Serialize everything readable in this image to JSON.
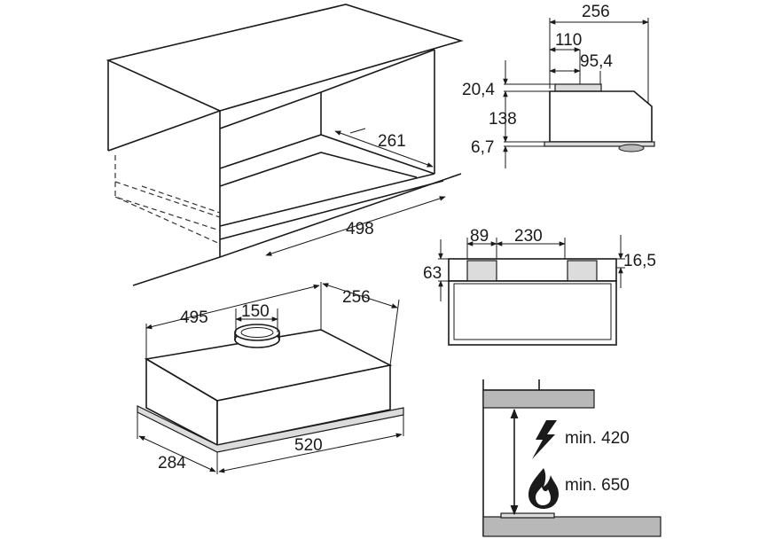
{
  "dimensions": {
    "cabinet_depth": "261",
    "cabinet_width": "498",
    "side_width": "256",
    "side_110": "110",
    "side_95": "95,4",
    "side_20": "20,4",
    "side_138": "138",
    "side_6": "6,7",
    "front_89": "89",
    "front_230": "230",
    "front_63": "63",
    "front_16": "16,5",
    "hood_495": "495",
    "hood_150": "150",
    "hood_256": "256",
    "hood_284": "284",
    "hood_520": "520"
  },
  "clearance": {
    "electric": "min. 420",
    "gas": "min. 650"
  }
}
